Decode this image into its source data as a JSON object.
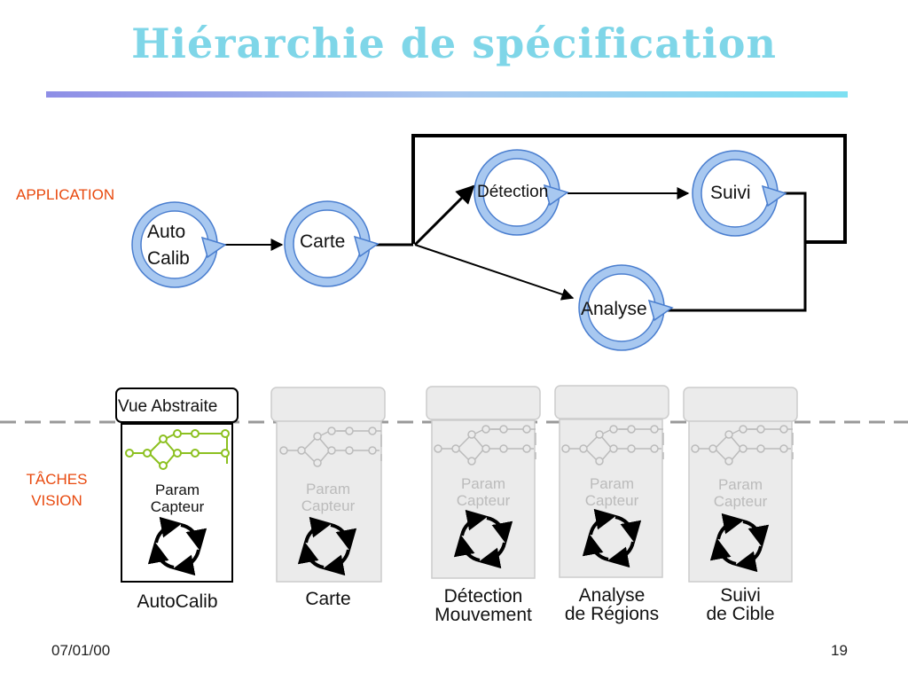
{
  "slide": {
    "title": "Hiérarchie de spécification",
    "date": "07/01/00",
    "page_number": "19"
  },
  "labels": {
    "application": "APPLICATION",
    "tasks_line1": "TÂCHES",
    "tasks_line2": "VISION"
  },
  "nodes": {
    "autocalib_line1": "Auto",
    "autocalib_line2": "Calib",
    "carte": "Carte",
    "detection": "Détection",
    "suivi": "Suivi",
    "analyse": "Analyse"
  },
  "cards": {
    "vue_abstraite": "Vue Abstraite",
    "param": "Param",
    "capteur": "Capteur"
  },
  "tasks": {
    "autocalib": "AutoCalib",
    "carte": "Carte",
    "detection_line1": "Détection",
    "detection_line2": "Mouvement",
    "analyse_line1": "Analyse",
    "analyse_line2": "de Régions",
    "suivi_line1": "Suivi",
    "suivi_line2": "de Cible"
  },
  "colors": {
    "title": "#7fd6e8",
    "section_label": "#e8490e",
    "node_ring": "#a8c8f0",
    "node_outline": "#4a7ecf",
    "active_graph": "#8cc020",
    "inactive": "#bbbbbb"
  }
}
